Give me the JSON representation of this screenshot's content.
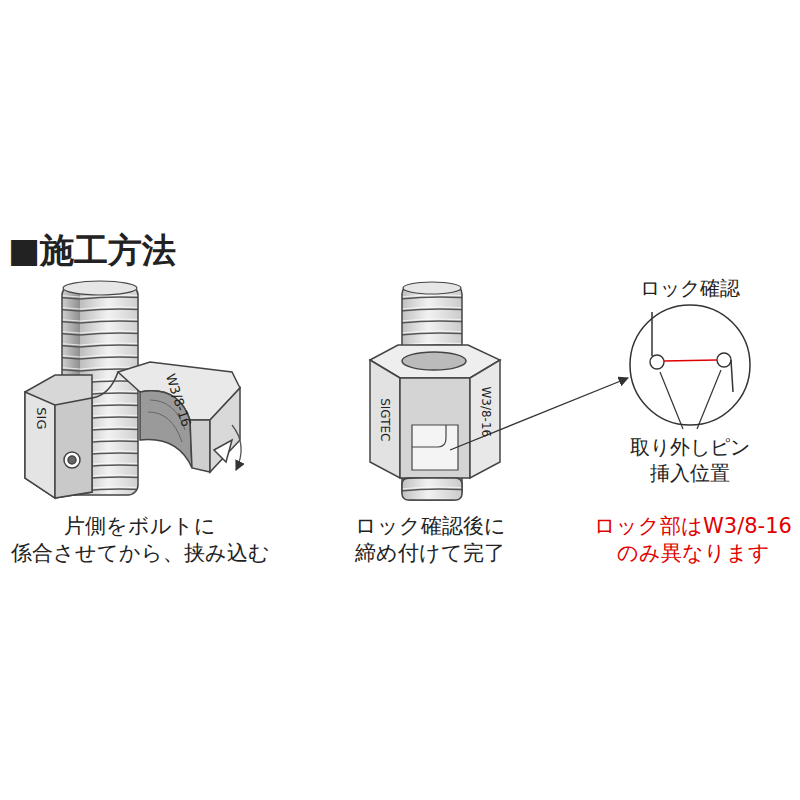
{
  "diagram": {
    "title": "■施工方法",
    "labels": [
      "SIG",
      "W3/8-16",
      "片側をボルトに 係合させてから、挟み込む",
      "SIGTEC",
      "W3/8-16",
      "ロック確認後に 締め付けて完了",
      "ロック確認",
      "取り外しピン 挿入位置",
      "ロック部はW3/8-16 のみ異なります"
    ]
  }
}
